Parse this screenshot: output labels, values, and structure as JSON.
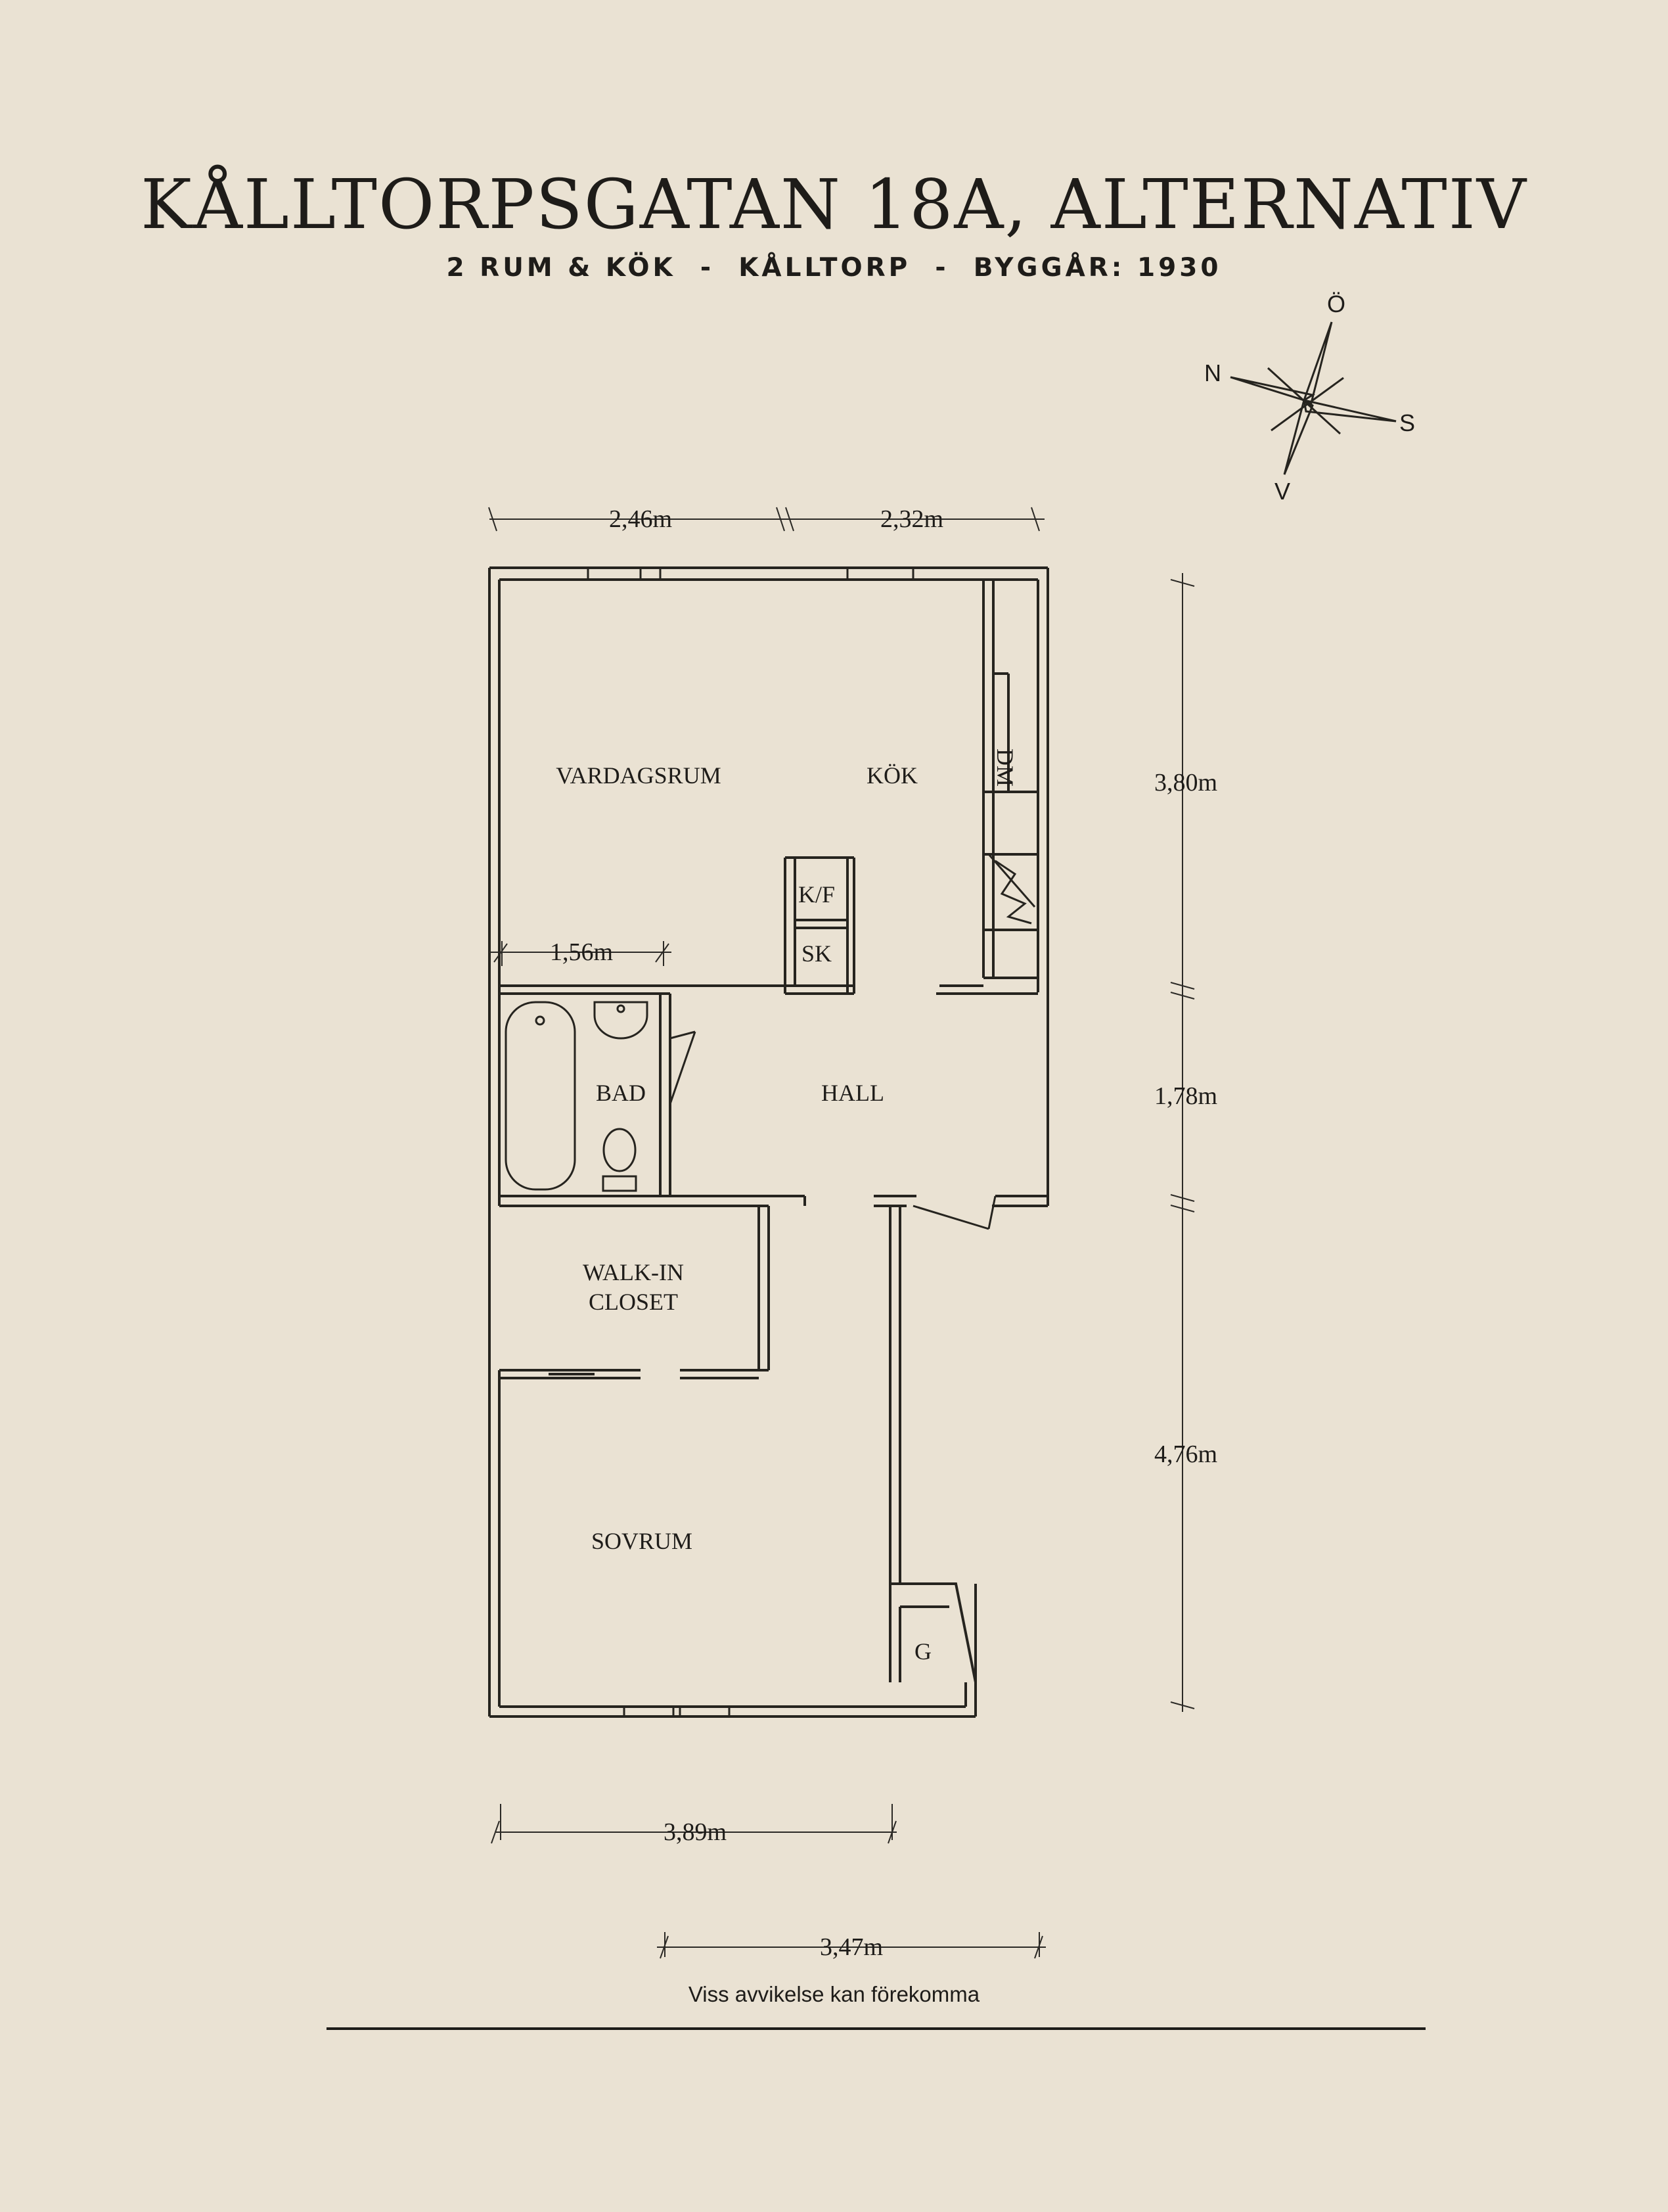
{
  "header": {
    "title": "KÅLLTORPSGATAN 18A, ALTERNATIV",
    "subtitle": "2 RUM & KÖK  -  KÅLLTORP  -  BYGGÅR: 1930"
  },
  "compass": {
    "north": "N",
    "east": "Ö",
    "south": "S",
    "west": "V"
  },
  "rooms": {
    "vardagsrum": "VARDAGSRUM",
    "kok": "KÖK",
    "dm": "DM",
    "kf": "K/F",
    "sk": "SK",
    "bad": "BAD",
    "hall": "HALL",
    "walkin_line1": "WALK-IN",
    "walkin_line2": "CLOSET",
    "sovrum": "SOVRUM",
    "g": "G"
  },
  "dimensions": {
    "top_left": "2,46m",
    "top_right": "2,32m",
    "bath_width": "1,56m",
    "right_top": "3,80m",
    "right_mid": "1,78m",
    "right_bottom": "4,76m",
    "bottom_upper": "3,89m",
    "bottom_lower": "3,47m"
  },
  "footer": {
    "disclaimer": "Viss avvikelse kan förekomma"
  },
  "colors": {
    "background": "#EAE2D3",
    "ink": "#1e1c19"
  }
}
